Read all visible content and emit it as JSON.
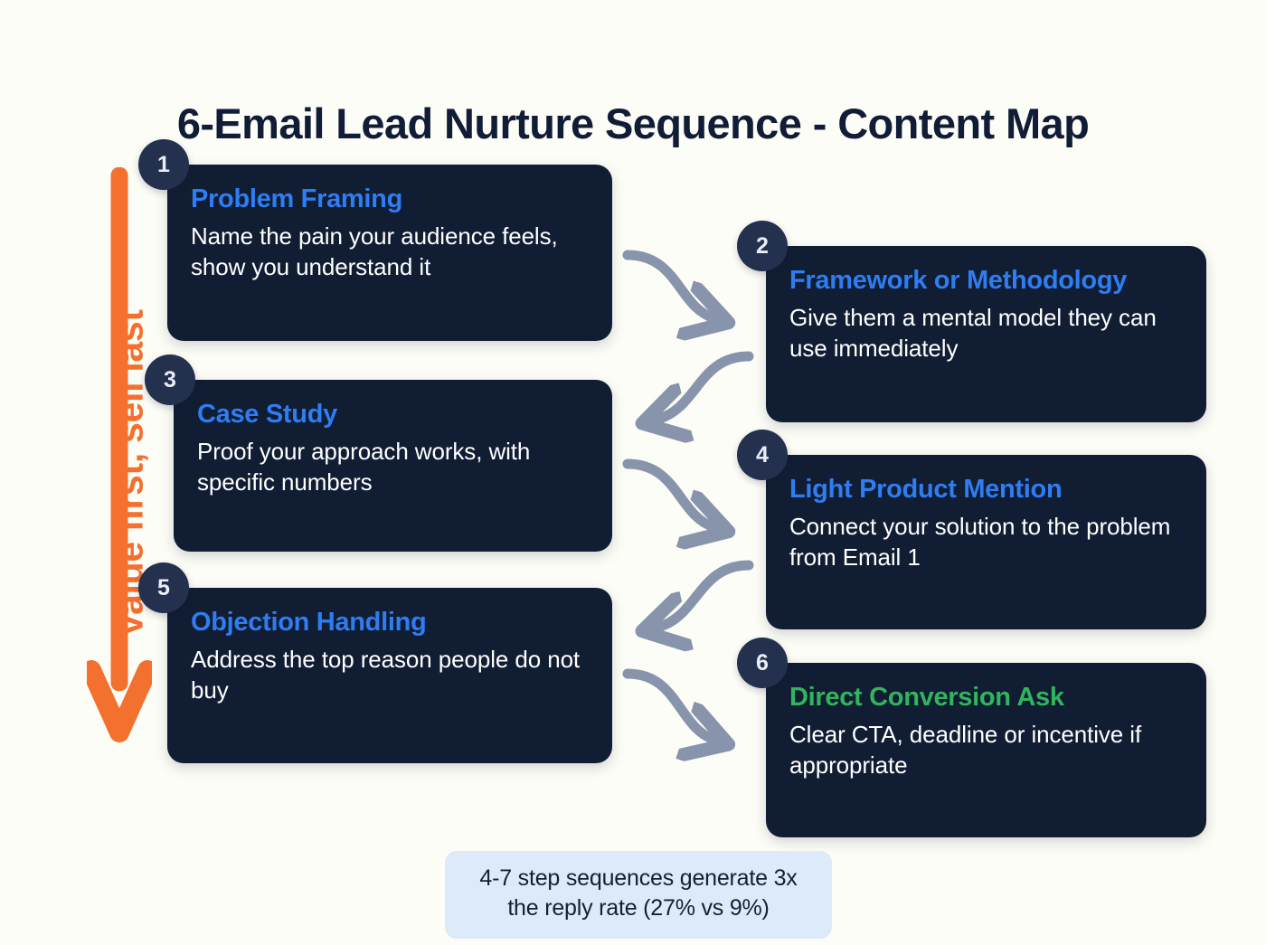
{
  "title": "6-Email Lead Nurture Sequence - Content Map",
  "axis": {
    "label": "Value first, sell last",
    "arrow_icon": "down-arrow-icon",
    "color": "#f4702e"
  },
  "colors": {
    "background": "#fdfdf7",
    "card_bg": "#101d33",
    "badge_bg": "#23304e",
    "accent_blue": "#2f7df2",
    "accent_green": "#32b45c",
    "connector": "#8794ab",
    "footer_bg": "#dceafa",
    "title_text": "#111c37"
  },
  "cards": [
    {
      "number": "1",
      "title": "Problem Framing",
      "accent": "blue",
      "description": "Name the pain your audience feels, show you understand it"
    },
    {
      "number": "2",
      "title": "Framework or Methodology",
      "accent": "blue",
      "description": "Give them a mental model they can use immediately"
    },
    {
      "number": "3",
      "title": "Case Study",
      "accent": "blue",
      "description": "Proof your approach works, with specific numbers"
    },
    {
      "number": "4",
      "title": "Light Product Mention",
      "accent": "blue",
      "description": "Connect your solution to the problem from Email 1"
    },
    {
      "number": "5",
      "title": "Objection Handling",
      "accent": "blue",
      "description": "Address the top reason people do not buy"
    },
    {
      "number": "6",
      "title": "Direct Conversion Ask",
      "accent": "green",
      "description": "Clear CTA, deadline or incentive if appropriate"
    }
  ],
  "connectors": [
    {
      "from": "1",
      "to": "2",
      "direction": "right",
      "icon": "curved-arrow-right-icon"
    },
    {
      "from": "2",
      "to": "3",
      "direction": "left",
      "icon": "curved-arrow-left-icon"
    },
    {
      "from": "3",
      "to": "4",
      "direction": "right",
      "icon": "curved-arrow-right-icon"
    },
    {
      "from": "4",
      "to": "5",
      "direction": "left",
      "icon": "curved-arrow-left-icon"
    },
    {
      "from": "5",
      "to": "6",
      "direction": "right",
      "icon": "curved-arrow-right-icon"
    }
  ],
  "footer": {
    "line1": "4-7 step sequences generate 3x",
    "line2": "the reply rate (27% vs 9%)"
  }
}
